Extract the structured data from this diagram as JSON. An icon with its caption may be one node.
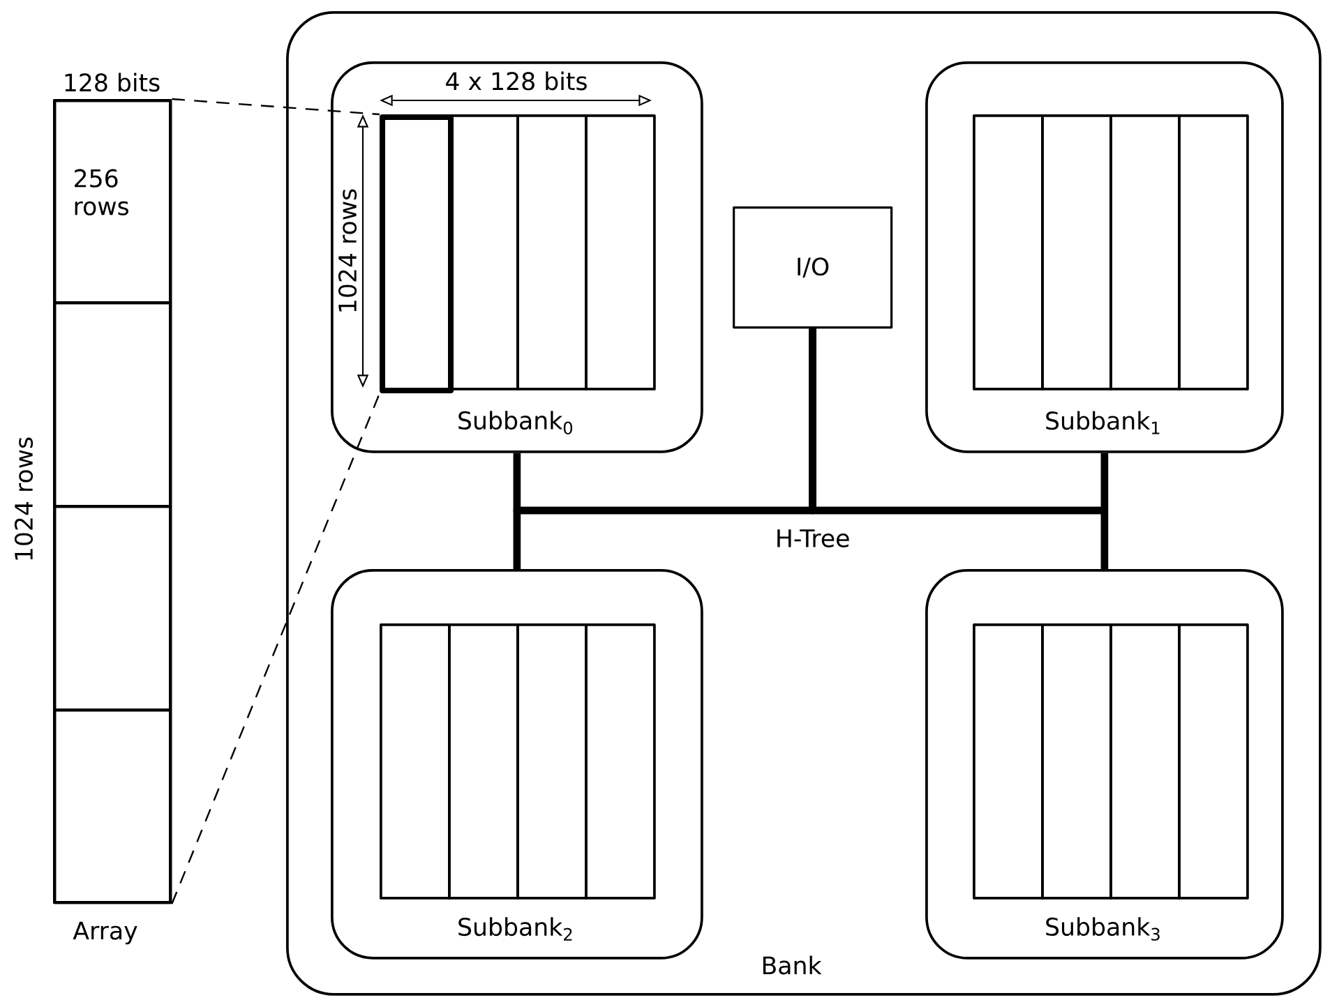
{
  "diagram": {
    "nodes": [
      {
        "text": [
          "Bank"
        ]
      },
      {
        "text": [
          "Subbank$_{0}$"
        ],
        "in": 0
      },
      {
        "text": [],
        "shape": "box",
        "in": 1
      },
      {
        "text": [],
        "shape": "box",
        "in": 1
      },
      {
        "text": [],
        "shape": "box",
        "in": 1
      },
      {
        "text": [],
        "shape": "box",
        "in": 1
      },
      {
        "text": [
          "I/O"
        ],
        "in": 0
      },
      {
        "text": [
          "Subbank$_{1}$"
        ],
        "in": 0
      },
      {
        "text": [],
        "shape": "box",
        "in": 7
      },
      {
        "text": [],
        "shape": "box",
        "in": 7
      },
      {
        "text": [],
        "shape": "box",
        "in": 7
      },
      {
        "text": [],
        "shape": "box",
        "in": 7
      },
      {
        "text": [
          "Subbank$_{2}$"
        ],
        "in": 0
      },
      {
        "text": [],
        "shape": "box",
        "in": 12
      },
      {
        "text": [],
        "shape": "box",
        "in": 12
      },
      {
        "text": [],
        "shape": "box",
        "in": 12
      },
      {
        "text": [],
        "shape": "box",
        "in": 12
      },
      {
        "text": [
          "Subbank$_{3}$"
        ],
        "in": 0
      },
      {
        "text": [],
        "shape": "box",
        "in": 17
      },
      {
        "text": [],
        "shape": "box",
        "in": 17
      },
      {
        "text": [],
        "shape": "box",
        "in": 17
      },
      {
        "text": [],
        "shape": "box",
        "in": 17
      },
      {
        "text": [
          "Array"
        ]
      },
      {
        "text": [
          "256 rows"
        ],
        "in": 22
      },
      {
        "text": [],
        "shape": "box",
        "in": 22
      },
      {
        "text": [],
        "shape": "box",
        "in": 22
      },
      {
        "text": [],
        "shape": "box",
        "in": 22
      }
    ],
    "edges": [
      {
        "from": 6,
        "to": 1,
        "arrow": "none",
        "label": "H-Tree"
      },
      {
        "from": 6,
        "to": 7,
        "arrow": "none"
      },
      {
        "from": 6,
        "to": 12,
        "arrow": "none"
      },
      {
        "from": 6,
        "to": 17,
        "arrow": "none"
      },
      {
        "from": 22,
        "to": 2,
        "arrow": "none",
        "style": "dashed"
      },
      {
        "from": 22,
        "to": 2,
        "arrow": "none",
        "style": "dashed"
      }
    ],
    "labels": [
      "128 bits",
      "1024 rows",
      "4 x 128 bits",
      "1024 rows"
    ]
  }
}
